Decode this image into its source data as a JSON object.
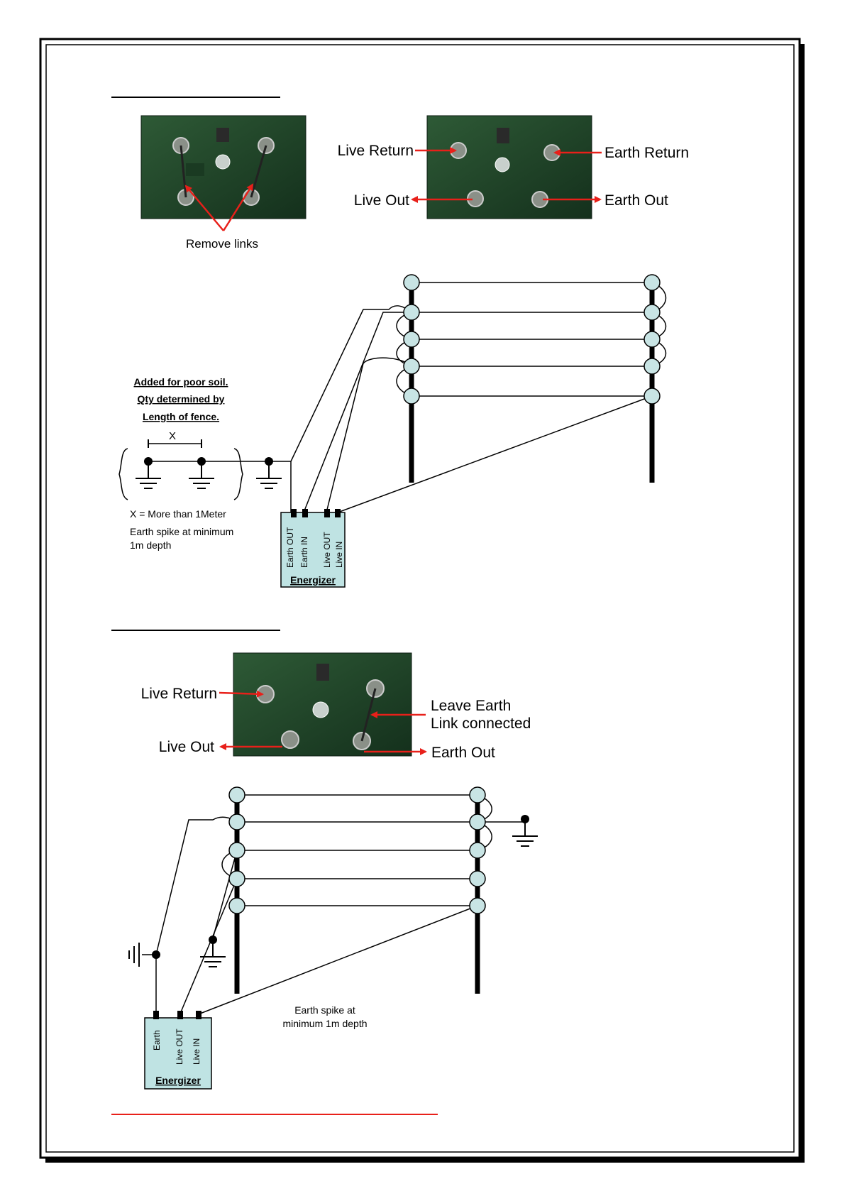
{
  "colors": {
    "accent_red": "#e8201a",
    "insulator_fill": "#c8e4e4",
    "energizer_fill": "#bfe3e3",
    "board_green": "#1f4a2a",
    "page_border": "#000000",
    "footer_rule": "#e8201a"
  },
  "section1": {
    "photo_left_callout": "Remove links",
    "photo_right_callouts": {
      "live_return": "Live Return",
      "earth_return": "Earth Return",
      "live_out": "Live Out",
      "earth_out": "Earth Out"
    },
    "soil_note": [
      "Added for poor soil.",
      "Qty determined by",
      "Length of fence."
    ],
    "spacing_label": "X",
    "spacing_note": "X = More than 1Meter",
    "spike_note": [
      "Earth spike at minimum",
      "1m depth"
    ],
    "energizer": {
      "title": "Energizer",
      "terminals": [
        "Earth OUT",
        "Earth  IN",
        "Live OUT",
        "Live  IN"
      ]
    }
  },
  "section2": {
    "photo_callouts": {
      "live_return": "Live Return",
      "leave_earth": [
        "Leave Earth",
        "Link connected"
      ],
      "live_out": "Live Out",
      "earth_out": "Earth Out"
    },
    "spike_note": [
      "Earth spike at",
      "minimum 1m depth"
    ],
    "energizer": {
      "title": "Energizer",
      "terminals": [
        "Earth",
        "Live OUT",
        "Live  IN"
      ]
    }
  },
  "icons": [
    "ground-symbol-icon",
    "insulator-icon",
    "arrow-icon"
  ]
}
